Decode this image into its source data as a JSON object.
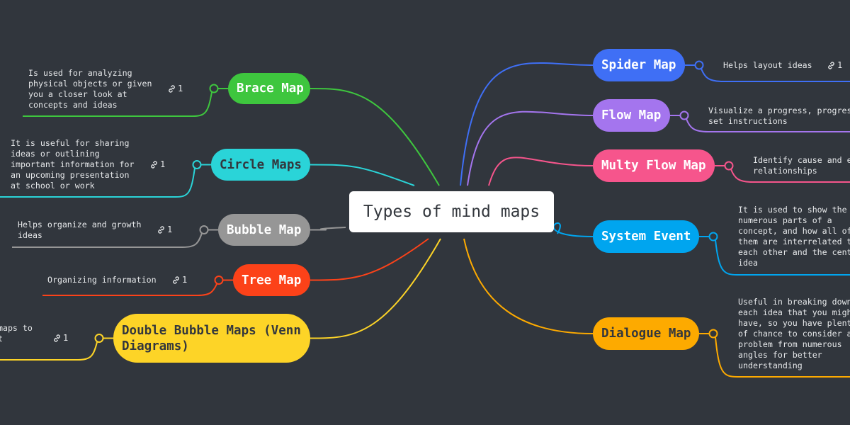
{
  "central_topic": "Types of mind maps",
  "link_icon": "link-icon",
  "branches": [
    {
      "label": "Brace Map",
      "color": "#3ec63e",
      "text_color": "#ffffff",
      "description": "Is used for analyzing\nphysical objects or given\nyou a closer look at\nconcepts and ideas",
      "link_count": "1"
    },
    {
      "label": "Circle Maps",
      "color": "#2ad4d8",
      "text_color": "#33373d",
      "description": "It is useful for sharing\nideas or outlining\nimportant information for\nan upcoming presentation\nat school or work",
      "link_count": "1"
    },
    {
      "label": "Bubble Map",
      "color": "#969696",
      "text_color": "#ffffff",
      "description": "Helps organize and growth\nideas",
      "link_count": "1"
    },
    {
      "label": "Tree Map",
      "color": "#fc4219",
      "text_color": "#ffffff",
      "description": "Organizing information",
      "link_count": "1"
    },
    {
      "label": "Double Bubble Maps (Venn Diagrams)",
      "color": "#fdd427",
      "text_color": "#33373d",
      "description": " maps to\nat",
      "link_count": "1"
    },
    {
      "label": "Spider Map",
      "color": "#3f6ff5",
      "text_color": "#ffffff",
      "description": "Helps layout ideas",
      "link_count": "1"
    },
    {
      "label": "Flow Map",
      "color": "#a475ee",
      "text_color": "#ffffff",
      "description": "Visualize a progress, progress\nset instructions",
      "link_count": ""
    },
    {
      "label": "Multy Flow Map",
      "color": "#f6558c",
      "text_color": "#ffffff",
      "description": "Identify cause and effect\nrelationships",
      "link_count": ""
    },
    {
      "label": "System Event",
      "color": "#00a5ef",
      "text_color": "#ffffff",
      "description": "It is used to show the\nnumerous parts of a\nconcept, and how all of\nthem are interrelated to\neach other and the central\nidea",
      "link_count": ""
    },
    {
      "label": "Dialogue Map",
      "color": "#fdaa00",
      "text_color": "#33373d",
      "description": "Useful in breaking down\neach idea that you might\nhave, so you have plenty\nof chance to consider a\nproblem from numerous\nangles for better\nunderstanding",
      "link_count": ""
    }
  ]
}
